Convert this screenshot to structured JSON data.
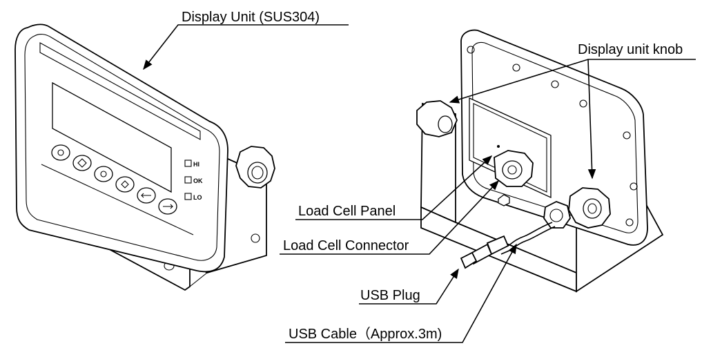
{
  "labels": {
    "display_unit": "Display Unit (SUS304)",
    "display_unit_knob": "Display unit knob",
    "load_cell_panel": "Load Cell Panel",
    "load_cell_connector": "Load  Cell  Connector",
    "usb_plug": "USB  Plug",
    "usb_cable": "USB  Cable（Approx.3m)"
  },
  "indicators": {
    "hi": "HI",
    "ok": "OK",
    "lo": "LO"
  }
}
